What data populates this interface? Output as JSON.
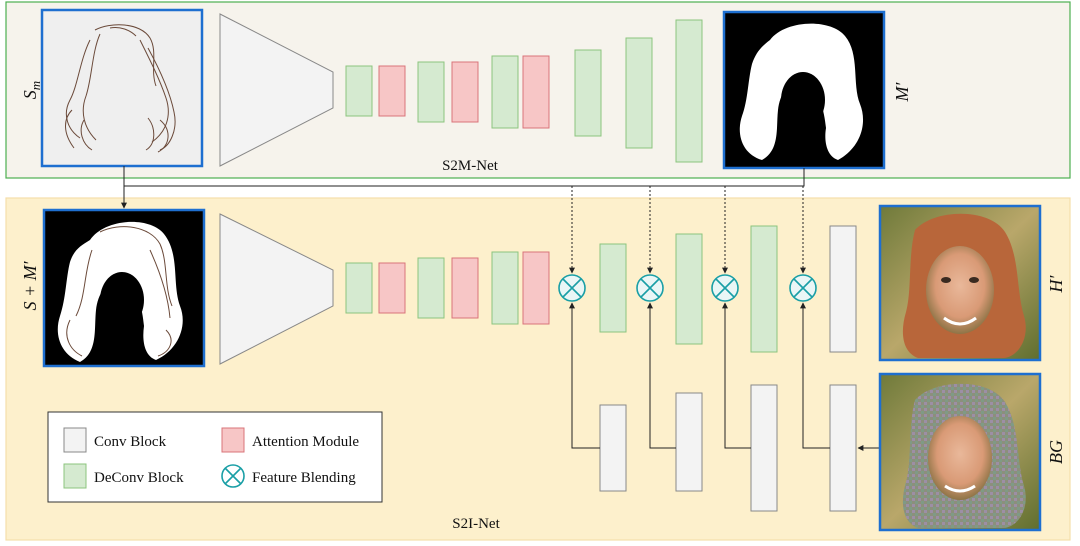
{
  "s2m": {
    "title": "S2M-Net",
    "input_label": "S",
    "input_label_sub": "m",
    "output_label": "M′"
  },
  "s2i": {
    "title": "S2I-Net",
    "input_label": "S + M′",
    "output_label": "H′",
    "bg_label": "BG"
  },
  "legend": {
    "conv": "Conv Block",
    "deconv": "DeConv Block",
    "attention": "Attention Module",
    "blending": "Feature Blending"
  },
  "colors": {
    "s2m_panel_bg": "#f6f3ec",
    "s2m_panel_border": "#4caf50",
    "s2i_panel_bg": "#fdf0cc",
    "s2i_panel_border": "#f5deaa",
    "image_border": "#1e6fd0",
    "conv_fill": "#f3f3f3",
    "deconv_fill": "#d5ead0",
    "deconv_stroke": "#8cc47e",
    "attention_fill": "#f7c6c6",
    "attention_stroke": "#d9747a",
    "blend_stroke": "#1a9fa6"
  }
}
